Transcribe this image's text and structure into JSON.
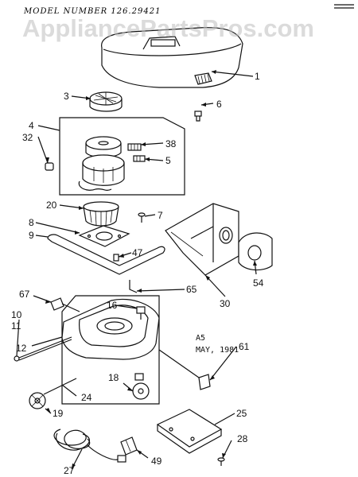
{
  "header": {
    "model_number": "MODEL NUMBER 126.29421"
  },
  "watermark": {
    "text": "AppliancePartsPros.com"
  },
  "note": {
    "line1": "A5",
    "line2": "MAY, 1981"
  },
  "callouts": [
    {
      "id": "c1",
      "label": "1"
    },
    {
      "id": "c3",
      "label": "3"
    },
    {
      "id": "c6",
      "label": "6"
    },
    {
      "id": "c4",
      "label": "4"
    },
    {
      "id": "c32",
      "label": "32"
    },
    {
      "id": "c38",
      "label": "38"
    },
    {
      "id": "c5",
      "label": "5"
    },
    {
      "id": "c20",
      "label": "20"
    },
    {
      "id": "c7",
      "label": "7"
    },
    {
      "id": "c8",
      "label": "8"
    },
    {
      "id": "c9",
      "label": "9"
    },
    {
      "id": "c47",
      "label": "47"
    },
    {
      "id": "c54",
      "label": "54"
    },
    {
      "id": "c30",
      "label": "30"
    },
    {
      "id": "c65",
      "label": "65"
    },
    {
      "id": "c67",
      "label": "67"
    },
    {
      "id": "c16",
      "label": "16"
    },
    {
      "id": "c10",
      "label": "10"
    },
    {
      "id": "c11",
      "label": "11"
    },
    {
      "id": "c12",
      "label": "12"
    },
    {
      "id": "c61",
      "label": "61"
    },
    {
      "id": "c18",
      "label": "18"
    },
    {
      "id": "c24",
      "label": "24"
    },
    {
      "id": "c19",
      "label": "19"
    },
    {
      "id": "c25",
      "label": "25"
    },
    {
      "id": "c28",
      "label": "28"
    },
    {
      "id": "c27",
      "label": "27"
    },
    {
      "id": "c49",
      "label": "49"
    }
  ]
}
